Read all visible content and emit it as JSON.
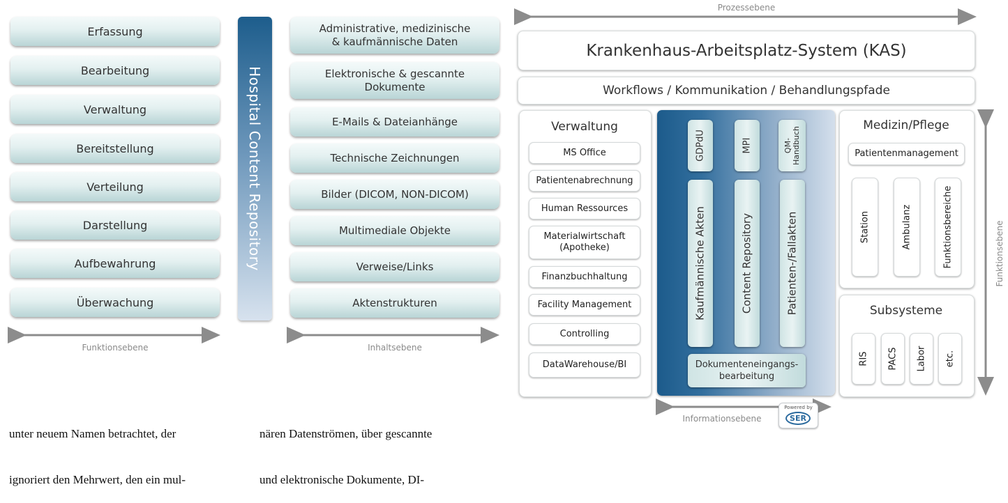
{
  "function_boxes": [
    "Erfassung",
    "Bearbeitung",
    "Verwaltung",
    "Bereitstellung",
    "Verteilung",
    "Darstellung",
    "Aufbewahrung",
    "Überwachung"
  ],
  "repository_label": "Hospital Content Repository",
  "content_boxes": [
    "Administrative, medizinische\n& kaufmännische Daten",
    "Elektronische & gescannte\nDokumente",
    "E-Mails & Dateianhänge",
    "Technische Zeichnungen",
    "Bilder (DICOM, NON-DICOM)",
    "Multimediale Objekte",
    "Verweise/Links",
    "Aktenstrukturen"
  ],
  "captions": {
    "funktionsebene_bottom": "Funktionsebene",
    "inhaltsebene": "Inhaltsebene",
    "prozessebene": "Prozessebene",
    "informationsebene": "Informationsebene",
    "funktionsebene_side": "Funktionsebene"
  },
  "kas_title": "Krankenhaus-Arbeitsplatz-System (KAS)",
  "workflows": "Workflows / Kommunikation / Behandlungspfade",
  "verwaltung": {
    "title": "Verwaltung",
    "items": [
      "MS Office",
      "Patientenabrechnung",
      "Human Ressources",
      "Materialwirtschaft\n(Apotheke)",
      "Finanzbuchhaltung",
      "Facility Management",
      "Controlling",
      "DataWarehouse/BI"
    ]
  },
  "center": {
    "top_items": [
      "GDPdU",
      "MPI",
      "QM-\nHandbuch"
    ],
    "tall_items": [
      "Kaufmännische Akten",
      "Content Repository",
      "Patienten-/Fallakten"
    ],
    "bottom_item": "Dokumenteneingangs-\nbearbeitung"
  },
  "medizin": {
    "title": "Medizin/Pflege",
    "patient_mgmt": "Patientenmanagement",
    "items": [
      "Station",
      "Ambulanz",
      "Funktionsbereiche"
    ]
  },
  "subsysteme": {
    "title": "Subsysteme",
    "items": [
      "RIS",
      "PACS",
      "Labor",
      "etc."
    ]
  },
  "logo": {
    "top": "Powered by",
    "brand": "SER"
  },
  "body_text": {
    "col1": [
      "unter neuem Namen betrachtet, der",
      "ignoriert den Mehrwert, den ein mul-"
    ],
    "col2": [
      "nären Datenströmen, über gescannte",
      "und elektronische Dokumente, DI-"
    ]
  },
  "colors": {
    "accent_dark": "#1d5d8c",
    "teal_light": "#e3f0f0",
    "arrow_gray": "#8c8c8c"
  }
}
